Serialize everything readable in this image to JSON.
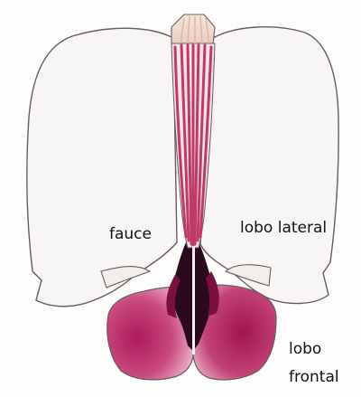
{
  "labels": {
    "fauce": "fauce",
    "lateral_lobe": "lobo lateral",
    "frontal_lobe_line1": "lobo",
    "frontal_lobe_line2": "frontal"
  },
  "colors": {
    "petal_fill": "#f7f6f4",
    "outline": "#6b5a5e",
    "stripe": "#c03a68",
    "column_base": "#efd7cf",
    "frontal_lobe": "#b31c5c",
    "throat": "#2a0a1c"
  }
}
